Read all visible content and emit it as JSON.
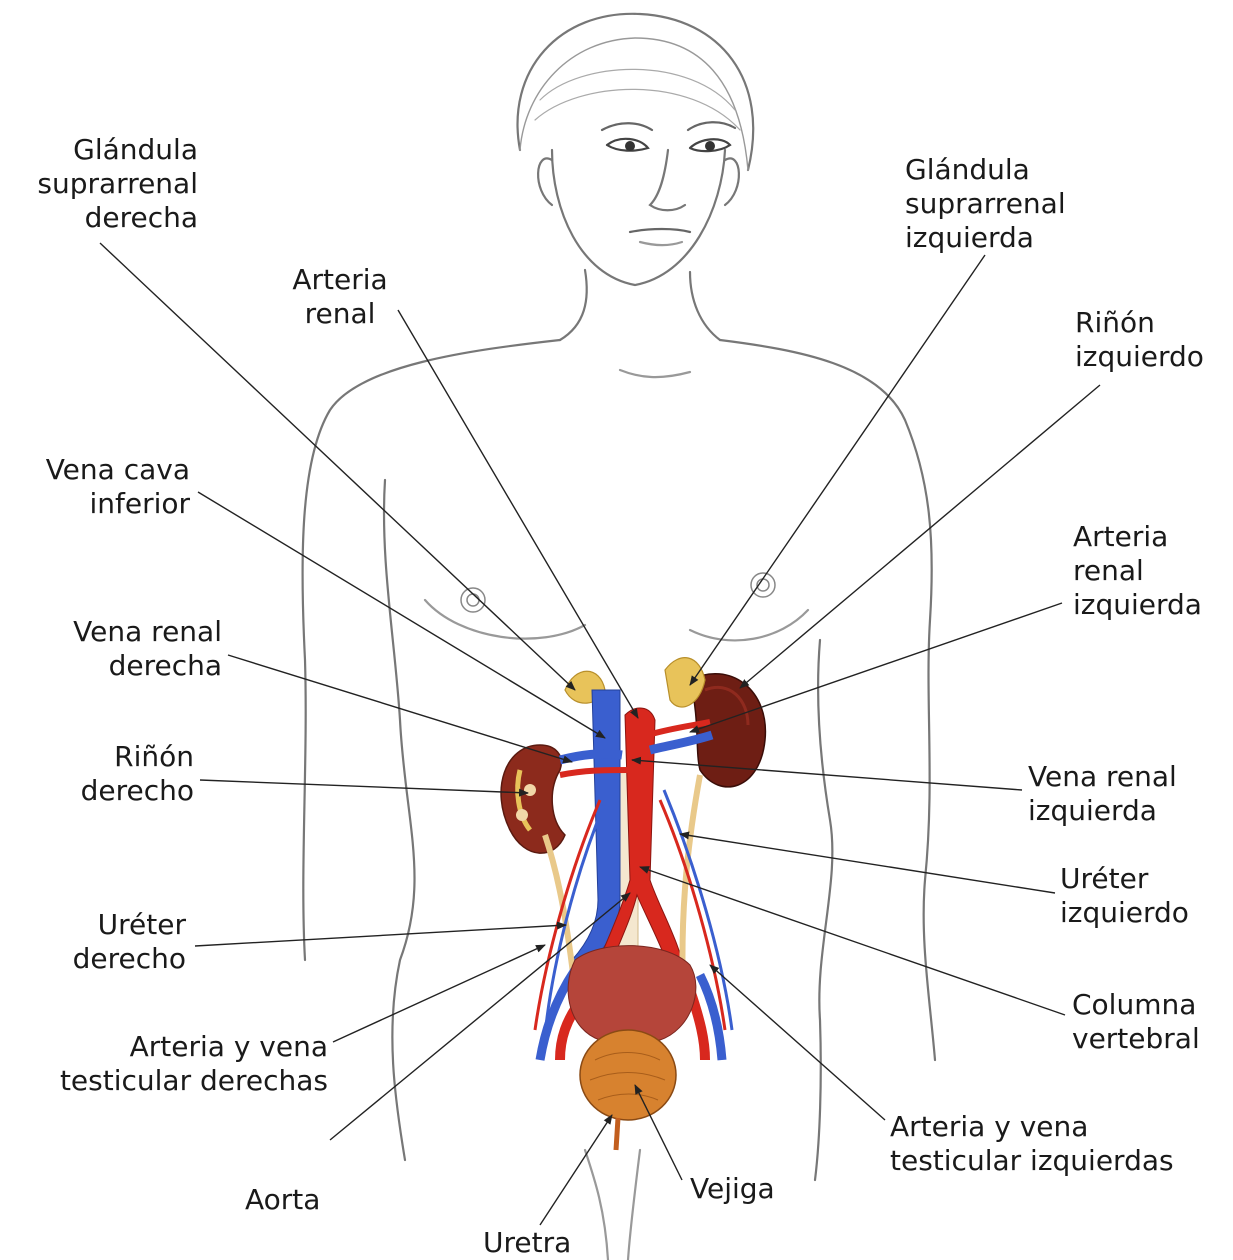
{
  "labels": {
    "right_adrenal": [
      "Glándula",
      "suprarrenal",
      "derecha"
    ],
    "left_adrenal": [
      "Glándula",
      "suprarrenal",
      "izquierda"
    ],
    "renal_artery": [
      "Arteria",
      "renal"
    ],
    "left_kidney": [
      "Riñón",
      "izquierdo"
    ],
    "inferior_vena_cava": [
      "Vena cava",
      "inferior"
    ],
    "left_renal_artery": [
      "Arteria",
      "renal",
      "izquierda"
    ],
    "right_renal_vein": [
      "Vena renal",
      "derecha"
    ],
    "right_kidney": [
      "Riñón",
      "derecho"
    ],
    "left_renal_vein": [
      "Vena renal",
      "izquierda"
    ],
    "left_ureter": [
      "Uréter",
      "izquierdo"
    ],
    "right_ureter": [
      "Uréter",
      "derecho"
    ],
    "spine": [
      "Columna",
      "vertebral"
    ],
    "right_testicular": [
      "Arteria y vena",
      "testicular derechas"
    ],
    "left_testicular": [
      "Arteria y vena",
      "testicular izquierdas"
    ],
    "aorta": [
      "Aorta"
    ],
    "bladder": [
      "Vejiga"
    ],
    "urethra": [
      "Uretra"
    ]
  },
  "colors": {
    "artery": "#d8281e",
    "vein": "#3a5fcf",
    "kidney": "#8c2a1c",
    "adrenal": "#e8c35a",
    "ureter": "#e9c98a",
    "bladder": "#d7822f",
    "outline": "#6b6b6b",
    "leader": "#222222"
  }
}
